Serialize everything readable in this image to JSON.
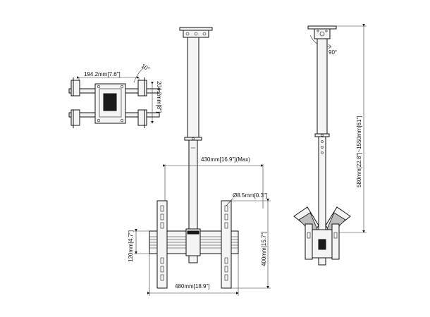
{
  "top_view": {
    "width_label": "194.2mm[7.6\"]",
    "height_label": "204.2mm[8\"]",
    "angle_label": "10°"
  },
  "front_view": {
    "arm_width_label": "430mm[16.9\"](Max)",
    "hole_label": "Ø8.5mm[0.3\"]",
    "vesa_h_label": "120mm[4.7\"]",
    "vesa_v_label": "400mm[15.7\"]",
    "total_width_label": "480mm[18.9\"]"
  },
  "side_view": {
    "tilt_label": "90°",
    "height_range_label": "580mm[22.8\"]~1550mm[61\"]"
  }
}
